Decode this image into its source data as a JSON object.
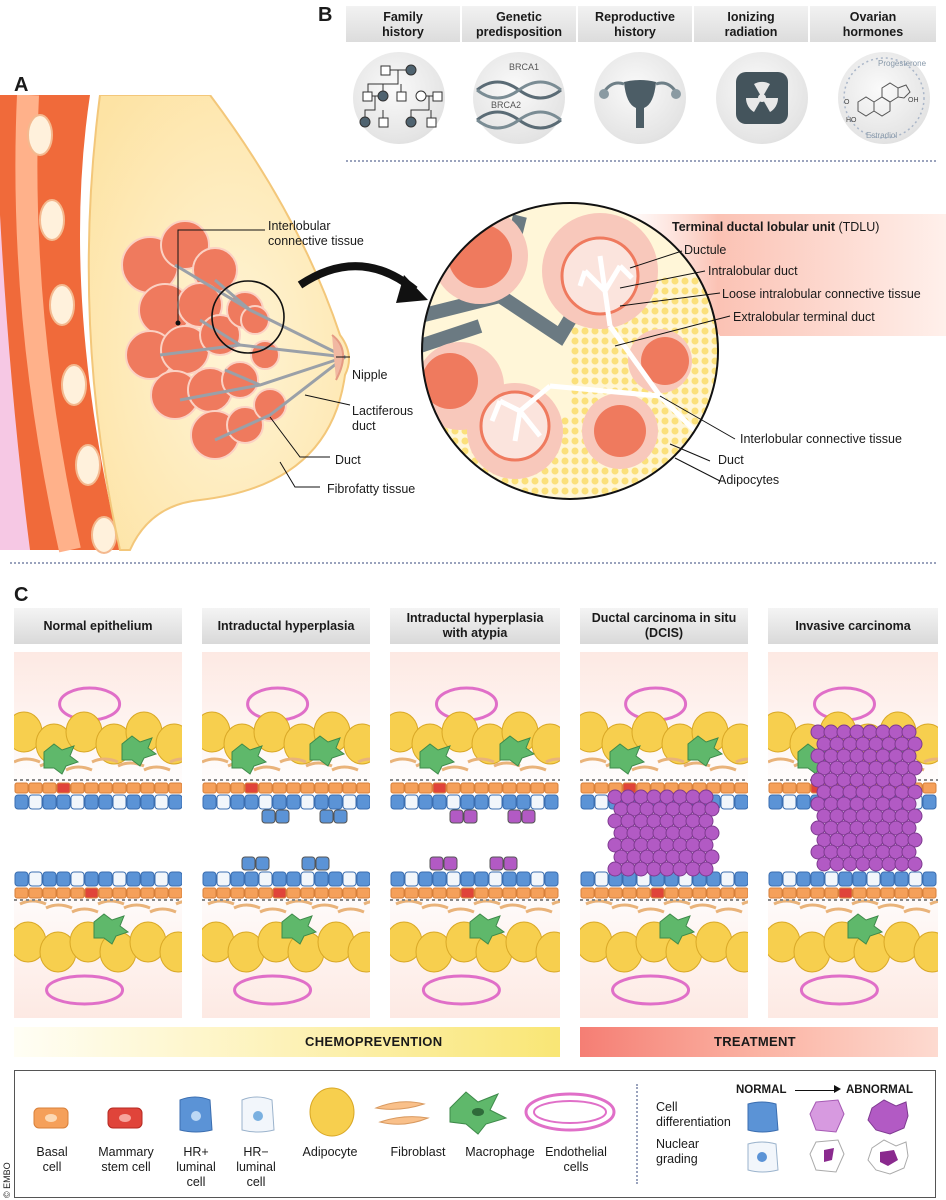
{
  "panels": {
    "a": "A",
    "b": "B",
    "c": "C"
  },
  "risk_factors": [
    {
      "line1": "Family",
      "line2": "history",
      "icon": "family-tree-icon"
    },
    {
      "line1": "Genetic",
      "line2": "predisposition",
      "icon": "dna-icon"
    },
    {
      "line1": "Reproductive",
      "line2": "history",
      "icon": "uterus-icon"
    },
    {
      "line1": "Ionizing",
      "line2": "radiation",
      "icon": "radiation-icon"
    },
    {
      "line1": "Ovarian",
      "line2": "hormones",
      "icon": "hormone-molecule-icon"
    }
  ],
  "dna_labels": {
    "brca1": "BRCA1",
    "brca2": "BRCA2"
  },
  "hormone_labels": {
    "progesterone": "Progesterone",
    "estradiol": "Estradiol",
    "o": "O",
    "ho": "HO",
    "oh": "OH"
  },
  "breast_labels": {
    "interlobular_1": "Interlobular",
    "interlobular_2": "connective tissue",
    "nipple": "Nipple",
    "lactiferous_1": "Lactiferous",
    "lactiferous_2": "duct",
    "duct": "Duct",
    "fibrofatty": "Fibrofatty tissue"
  },
  "tdlu": {
    "title_bold": "Terminal ductal lobular unit",
    "title_rest": " (TDLU)",
    "ductule": "Ductule",
    "intralobular": "Intralobular duct",
    "loose": "Loose intralobular connective tissue",
    "extralobular": "Extralobular terminal duct",
    "interlobular": "Interlobular connective tissue",
    "duct": "Duct",
    "adipocytes": "Adipocytes"
  },
  "stages": [
    {
      "line1": "Normal epithelium",
      "line2": ""
    },
    {
      "line1": "Intraductal hyperplasia",
      "line2": ""
    },
    {
      "line1": "Intraductal hyperplasia",
      "line2": "with atypia"
    },
    {
      "line1": "Ductal carcinoma in situ",
      "line2": "(DCIS)"
    },
    {
      "line1": "Invasive carcinoma",
      "line2": ""
    }
  ],
  "bars": {
    "chemoprevention": "CHEMOPREVENTION",
    "treatment": "TREATMENT"
  },
  "legend": {
    "items": [
      {
        "line1": "Basal",
        "line2": "cell",
        "line3": ""
      },
      {
        "line1": "Mammary",
        "line2": "stem cell",
        "line3": ""
      },
      {
        "line1": "HR+",
        "line2": "luminal",
        "line3": "cell"
      },
      {
        "line1": "HR−",
        "line2": "luminal",
        "line3": "cell"
      },
      {
        "line1": "Adipocyte",
        "line2": "",
        "line3": ""
      },
      {
        "line1": "Fibroblast",
        "line2": "",
        "line3": ""
      },
      {
        "line1": "Macrophage",
        "line2": "",
        "line3": ""
      },
      {
        "line1": "Endothelial",
        "line2": "cells",
        "line3": ""
      }
    ],
    "normal": "NORMAL",
    "abnormal": "ABNORMAL",
    "cell_diff_1": "Cell",
    "cell_diff_2": "differentiation",
    "nuclear_1": "Nuclear",
    "nuclear_2": "grading"
  },
  "credit": "© EMBO",
  "colors": {
    "basal": "#f5a05a",
    "stem": "#e0443a",
    "hr_pos": "#5b93d6",
    "adipocyte": "#f7cf4e",
    "macrophage": "#5fb86b",
    "endothelial": "#e06fc8",
    "tumor": "#b25ac4",
    "lobule": "#ef7a5e"
  }
}
